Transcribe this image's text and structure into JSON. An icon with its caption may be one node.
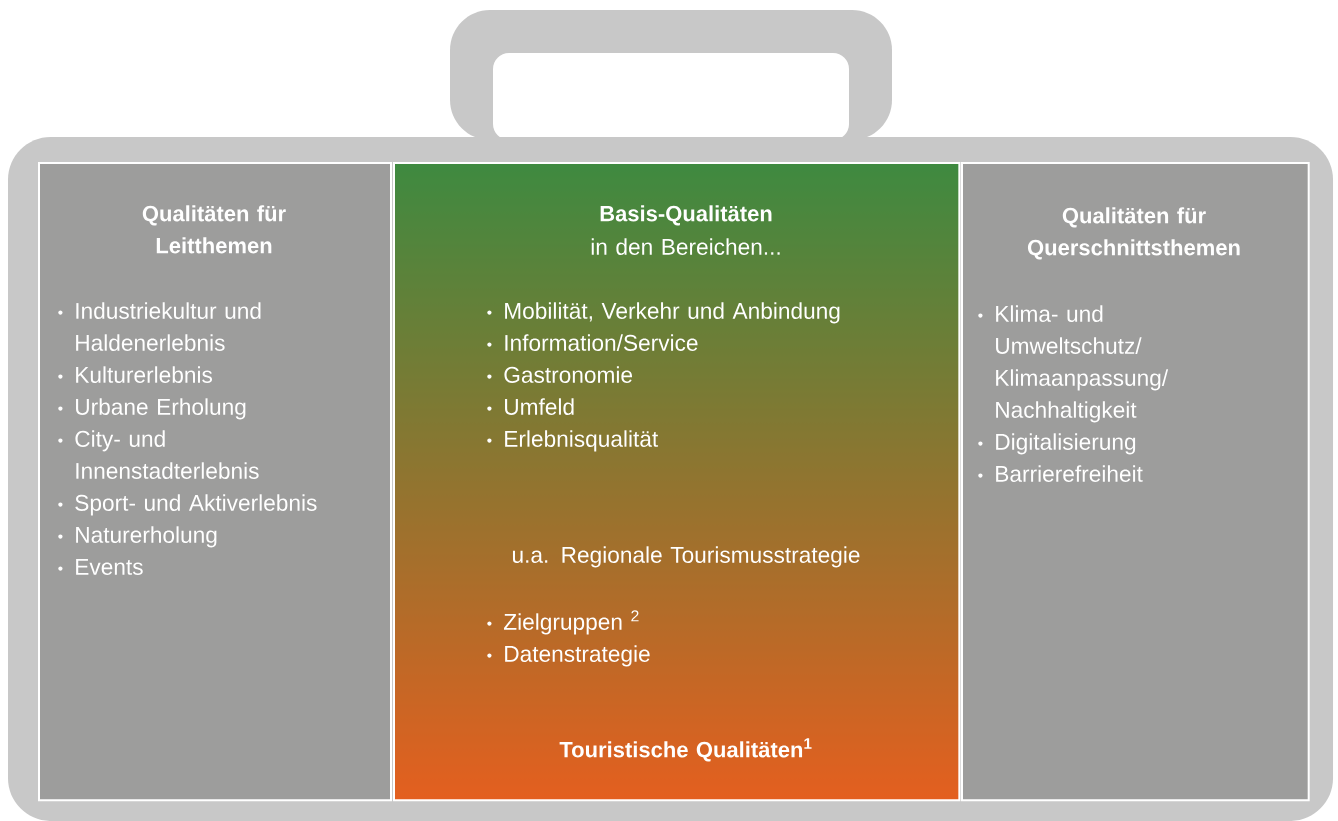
{
  "diagram": {
    "nodes": [
      {
        "text": [
          "Qualitäten für Leitthemen",
          "Industriekultur und Haldenerlebnis",
          "Kulturerlebnis",
          "Urbane Erholung",
          "City- und Innenstadterlebnis",
          "Sport- und Aktiverlebnis",
          "Naturerholung",
          "Events"
        ]
      },
      {
        "text": [
          "Basis-Qualitäten",
          "in den Bereichen...",
          "Mobilität, Verkehr und Anbindung",
          "Information/Service",
          "Gastronomie",
          "Umfeld",
          "Erlebnisqualität",
          "u.a. Regionale Tourismusstrategie",
          "Zielgruppen $^{2}$",
          "Datenstrategie",
          "Touristische Qualitäten$^{1}$"
        ]
      },
      {
        "text": [
          "Qualitäten für Querschnittsthemen",
          "Klima- und Umweltschutz/ Klimaanpassung/ Nachhaltigkeit",
          "Digitalisierung",
          "Barrierefreiheit"
        ]
      }
    ]
  }
}
